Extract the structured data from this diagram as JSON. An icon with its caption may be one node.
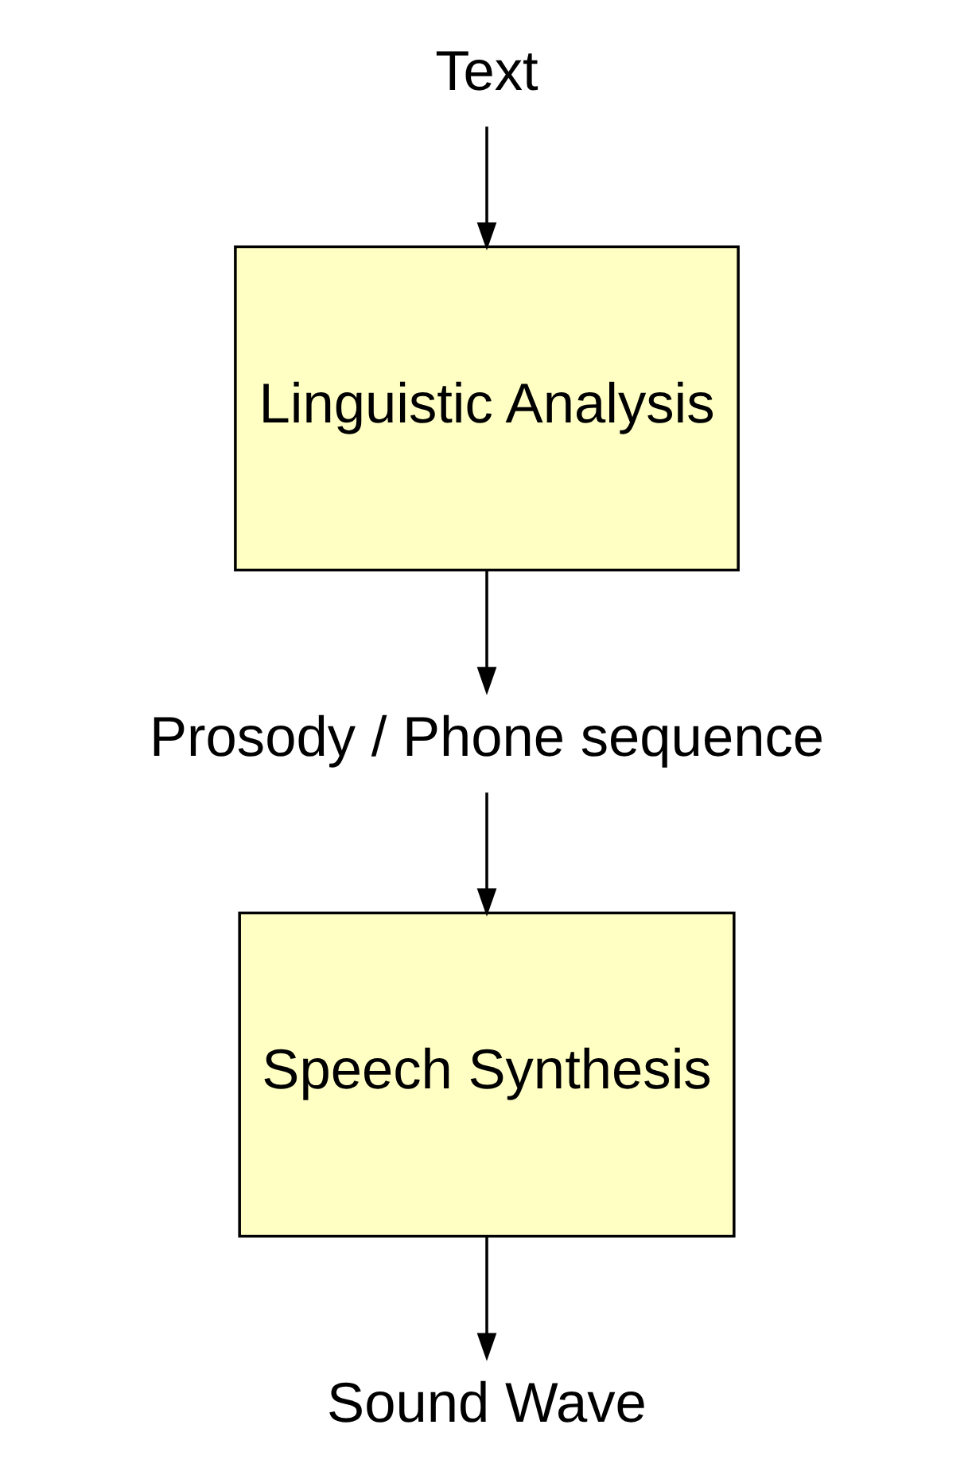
{
  "diagram": {
    "nodes": [
      {
        "text": [
          "Text"
        ]
      },
      {
        "text": [
          "Linguistic Analysis"
        ]
      },
      {
        "text": [
          "Prosody / Phone sequence"
        ]
      },
      {
        "text": [
          "Speech Synthesis"
        ]
      },
      {
        "text": [
          "Sound Wave"
        ]
      }
    ],
    "edges": [
      {
        "from": 0,
        "to": 1,
        "arrow": "to"
      },
      {
        "from": 1,
        "to": 2,
        "arrow": "to"
      },
      {
        "from": 2,
        "to": 3,
        "arrow": "to"
      },
      {
        "from": 3,
        "to": 4,
        "arrow": "to"
      }
    ]
  }
}
